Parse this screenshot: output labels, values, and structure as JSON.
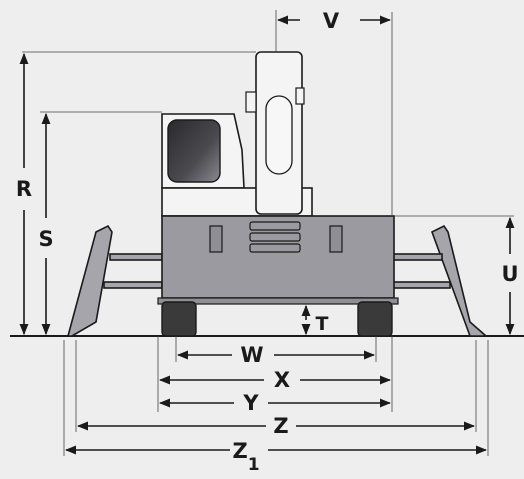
{
  "labels": {
    "V": "V",
    "R": "R",
    "S": "S",
    "U": "U",
    "T": "T",
    "W": "W",
    "X": "X",
    "Y": "Y",
    "Z": "Z",
    "Z1_main": "Z",
    "Z1_sub": "1"
  },
  "colors": {
    "background": "#eeeeef",
    "body": "#9a9aa0",
    "cab": "#f4f4f4",
    "window": "#3b3b3f",
    "track": "#3a3a3a",
    "lines": "#1a1a1a"
  }
}
